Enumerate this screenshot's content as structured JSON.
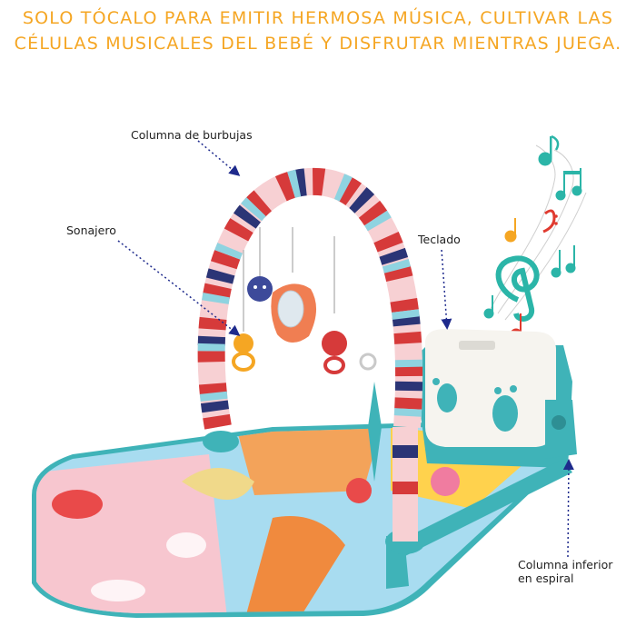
{
  "headline": {
    "line1": "SOLO TÓCALO PARA EMITIR HERMOSA MÚSICA, CULTIVAR LAS",
    "line2": "CÉLULAS MUSICALES DEL BEBÉ Y DISFRUTAR MIENTRAS JUEGA."
  },
  "callouts": {
    "bubble_column": "Columna de burbujas",
    "rattle": "Sonajero",
    "keyboard": "Teclado",
    "spiral_column_line1": "Columna inferior",
    "spiral_column_line2": "en espiral"
  },
  "colors": {
    "headline": "#f5a623",
    "callout_arrow": "#1e2a8c",
    "music_notes": "#2bb5a8",
    "music_notes_accent": "#e03a2f",
    "mat_teal": "#3fb3b8",
    "mat_pink": "#f7c6cf",
    "mat_blue": "#a8dcf0",
    "arch_red": "#d63a3a",
    "arch_navy": "#2b3576"
  }
}
